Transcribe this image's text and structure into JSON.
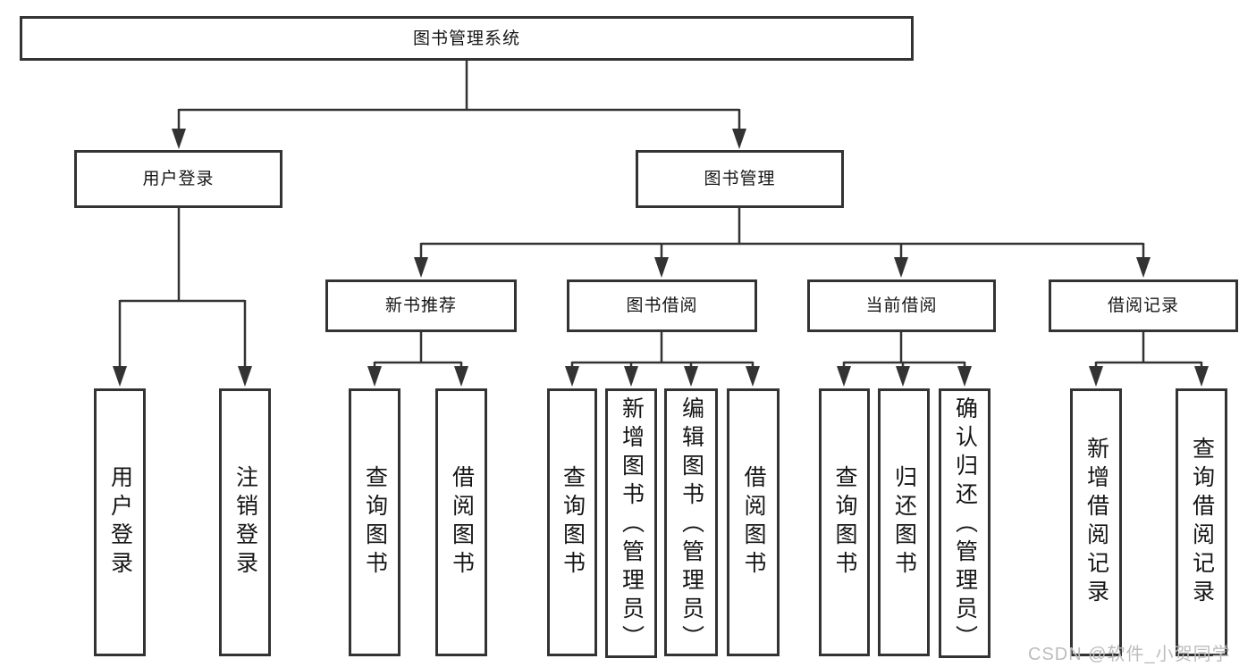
{
  "diagram_title": "图书管理系统",
  "tree": {
    "root": "图书管理系统",
    "children": [
      {
        "label": "用户登录",
        "children": [
          "用户登录",
          "注销登录"
        ]
      },
      {
        "label": "图书管理",
        "children": [
          {
            "label": "新书推荐",
            "children": [
              "查询图书",
              "借阅图书"
            ]
          },
          {
            "label": "图书借阅",
            "children": [
              "查询图书",
              "新增图书（管理员）",
              "编辑图书（管理员）",
              "借阅图书"
            ]
          },
          {
            "label": "当前借阅",
            "children": [
              "查询图书",
              "归还图书",
              "确认归还（管理员）"
            ]
          },
          {
            "label": "借阅记录",
            "children": [
              "新增借阅记录",
              "查询借阅记录"
            ]
          }
        ]
      }
    ]
  },
  "watermark": "CSDN @软件_小贺同学",
  "colors": {
    "box_border": "#333333",
    "connector_line": "#333333",
    "text": "#151515",
    "watermark": "#bcbcbc",
    "background": "#ffffff"
  }
}
